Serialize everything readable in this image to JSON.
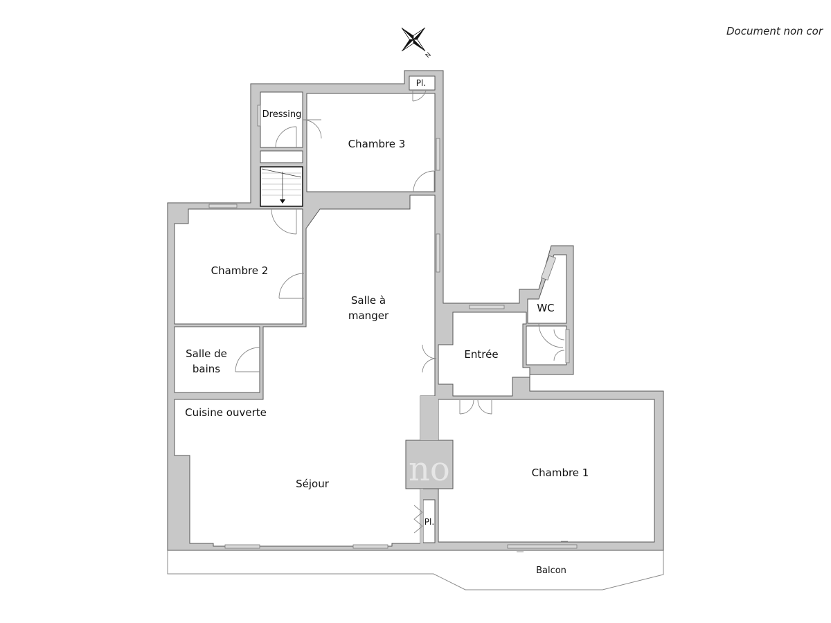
{
  "header": {
    "disclaimer": "Document non cor"
  },
  "compass": {
    "icon": "compass-rose-icon",
    "north_label": "N"
  },
  "rooms": [
    {
      "id": "dressing",
      "label": "Dressing"
    },
    {
      "id": "chambre-3",
      "label": "Chambre 3"
    },
    {
      "id": "placard-top",
      "label": "Pl."
    },
    {
      "id": "chambre-2",
      "label": "Chambre 2"
    },
    {
      "id": "salle-a-manger",
      "label": "Salle à\nmanger",
      "line1": "Salle à",
      "line2": "manger"
    },
    {
      "id": "wc",
      "label": "WC"
    },
    {
      "id": "entree",
      "label": "Entrée"
    },
    {
      "id": "salle-de-bains",
      "label": "Salle de\nbains",
      "line1": "Salle de",
      "line2": "bains"
    },
    {
      "id": "cuisine-ouverte",
      "label": "Cuisine ouverte"
    },
    {
      "id": "sejour",
      "label": "Séjour"
    },
    {
      "id": "placard-bottom",
      "label": "Pl."
    },
    {
      "id": "chambre-1",
      "label": "Chambre 1"
    },
    {
      "id": "balcon",
      "label": "Balcon"
    }
  ],
  "watermark": {
    "text": "no"
  },
  "colors": {
    "wall": "#c8c8c8",
    "wall_outline": "#555555",
    "floor": "#ffffff",
    "door_arc": "#888888"
  }
}
